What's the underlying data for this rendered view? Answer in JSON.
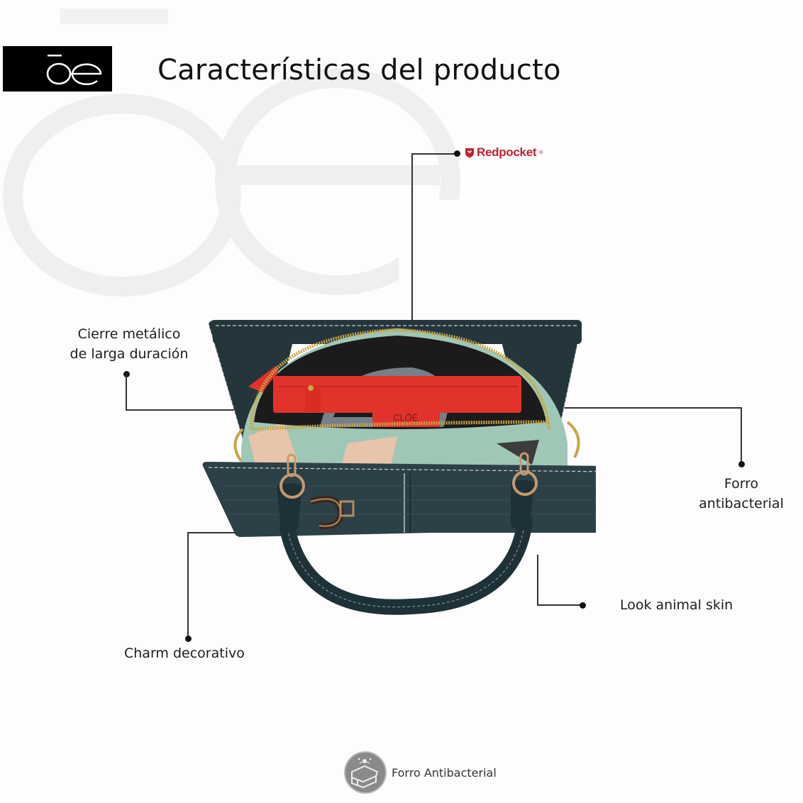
{
  "header": {
    "brand_logo": "oe-logo",
    "title": "Características del producto"
  },
  "watermark": {
    "icon": "oe-watermark-logo",
    "color": "#efefef"
  },
  "features": [
    {
      "id": "redpocket",
      "label": "Redpocket",
      "registered": "®",
      "icon": "redpocket-shield-icon",
      "color": "#c3202f"
    },
    {
      "id": "cierre",
      "label_line1": "Cierre metálico",
      "label_line2": "de larga duración"
    },
    {
      "id": "forro",
      "label_line1": "Forro",
      "label_line2": "antibacterial"
    },
    {
      "id": "look",
      "label": "Look animal skin"
    },
    {
      "id": "charm",
      "label": "Charm decorativo"
    }
  ],
  "product": {
    "name": "handbag",
    "inner_tag": "CLŌE",
    "colors": {
      "body": "#2c4048",
      "lining": "#1a1a1a",
      "pocket": "#e1332b",
      "zipper": "#c9a646",
      "trim_mint": "#9fc7b5",
      "trim_peach": "#e8c4ab"
    }
  },
  "footer_badge": {
    "icon": "antibacterial-lining-icon",
    "label": "Forro Antibacterial"
  }
}
